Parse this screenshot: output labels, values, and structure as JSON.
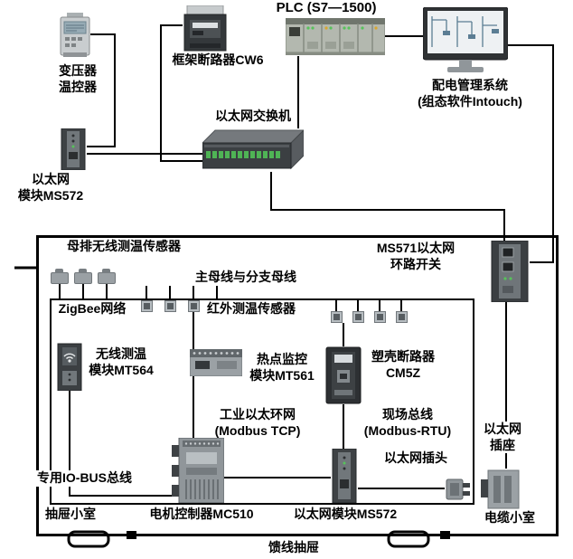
{
  "labels": {
    "plc": "PLC (S7—1500)",
    "transformer": "变压器\n温控器",
    "breaker_cw6": "框架断路器CW6",
    "dms": "配电管理系统\n(组态软件Intouch)",
    "eth_switch": "以太网交换机",
    "ms572_top": "以太网\n模块MS572",
    "busbar_sensors": "母排无线测温传感器",
    "main_bus": "主母线与分支母线",
    "ms571": "MS571以太网\n环路开关",
    "zigbee": "ZigBee网络",
    "ir_sensors": "红外测温传感器",
    "mt564": "无线测温\n模块MT564",
    "mt561": "热点监控\n模块MT561",
    "cm5z": "塑壳断路器\nCM5Z",
    "eth_ring": "工业以太环网\n(Modbus TCP)",
    "fieldbus": "现场总线\n(Modbus-RTU)",
    "eth_plug": "以太网插头",
    "io_bus": "专用IO-BUS总线",
    "drawer_room": "抽屉小室",
    "mc510": "电机控制器MC510",
    "ms572_bottom": "以太网模块MS572",
    "eth_socket": "以太网\n插座",
    "cable_room": "电缆小室",
    "feeder_drawer": "馈线抽屉"
  },
  "icons": {
    "devices": [
      "transformer-controller",
      "frame-breaker-cw6",
      "plc-rack",
      "monitor",
      "ethernet-switch",
      "ethernet-module-ms572",
      "busbar-wireless-sensor",
      "infrared-sensor",
      "wireless-module-mt564",
      "hotspot-module-mt561",
      "molded-case-breaker-cm5z",
      "loop-switch-ms571",
      "motor-controller-mc510",
      "ethernet-plug",
      "ethernet-socket",
      "drawer-handle"
    ]
  },
  "colors": {
    "line": "#000000",
    "device_dark": "#3b3f42",
    "device_gray": "#9ba1a5",
    "port_green": "#4fb455",
    "screen": "#eef1f3"
  }
}
